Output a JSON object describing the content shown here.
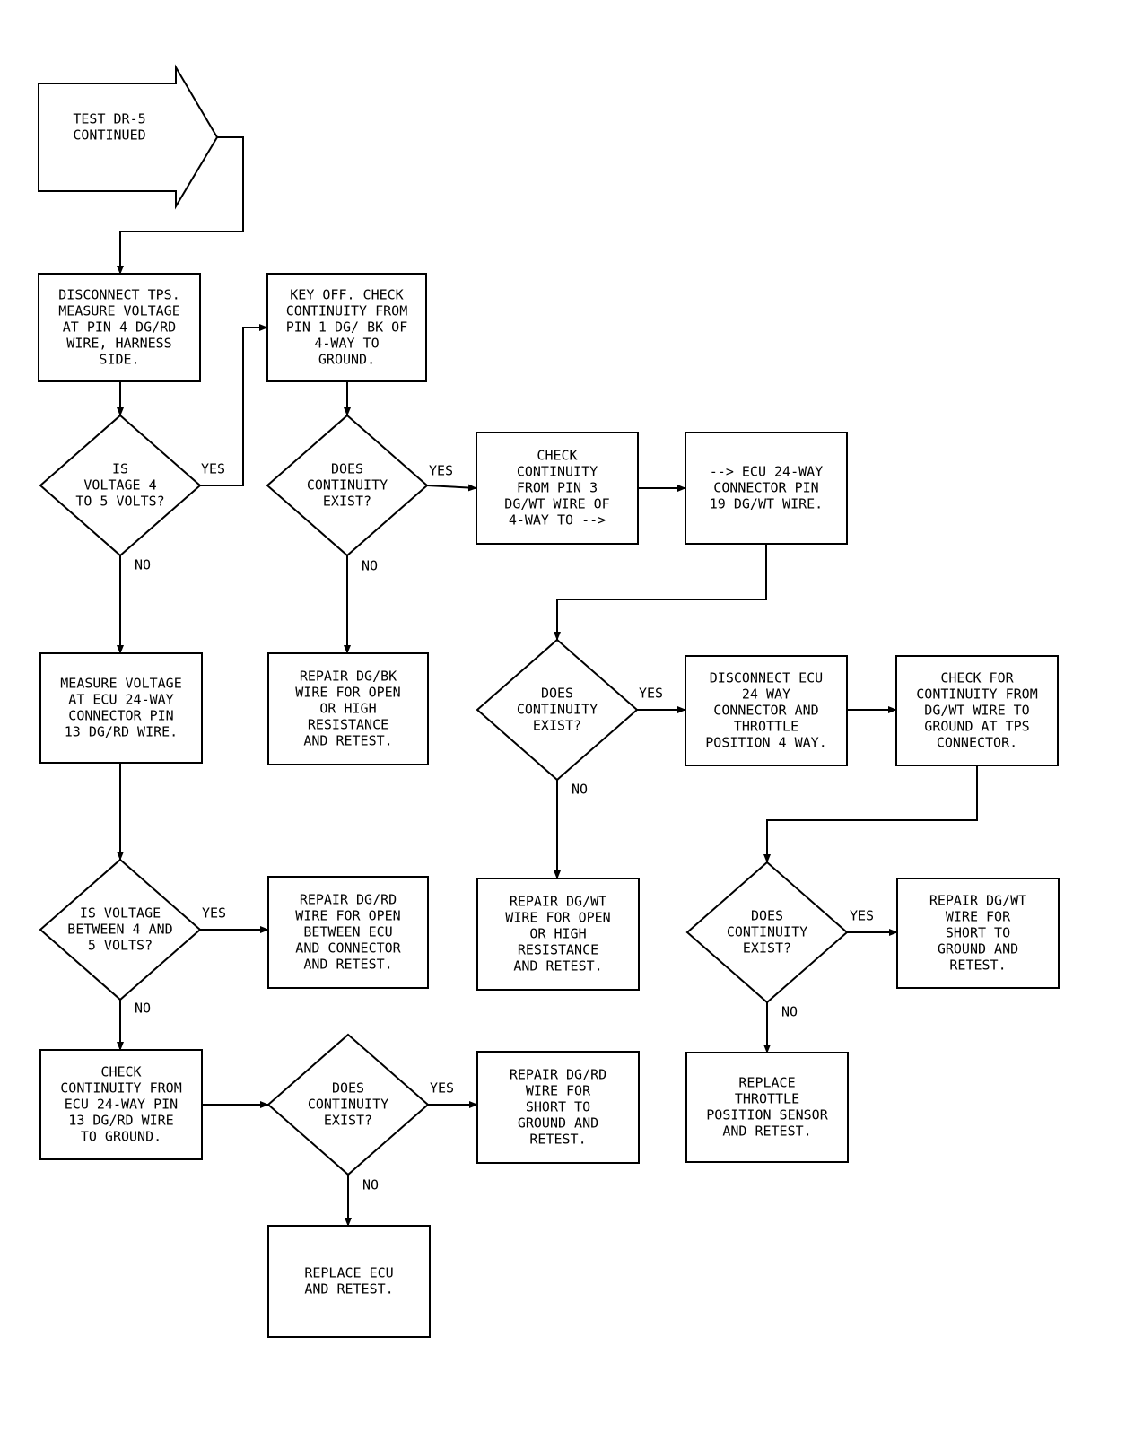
{
  "start": {
    "lines": [
      "TEST DR-5",
      "CONTINUED"
    ]
  },
  "steps": {
    "disconnect_tps": {
      "lines": [
        "DISCONNECT TPS.",
        "MEASURE VOLTAGE",
        "AT PIN 4 DG/RD",
        "WIRE, HARNESS",
        "SIDE."
      ]
    },
    "key_off_check": {
      "lines": [
        "KEY OFF. CHECK",
        "CONTINUITY FROM",
        "PIN 1 DG/ BK OF",
        "4-WAY TO",
        "GROUND."
      ]
    },
    "check_pin3": {
      "lines": [
        "CHECK",
        "CONTINUITY",
        "FROM PIN 3",
        "DG/WT WIRE OF",
        "4-WAY TO -->"
      ]
    },
    "ecu_pin19": {
      "lines": [
        "--> ECU 24-WAY",
        "CONNECTOR PIN",
        "19 DG/WT WIRE."
      ]
    },
    "measure_ecu_pin13": {
      "lines": [
        "MEASURE VOLTAGE",
        "AT ECU 24-WAY",
        "CONNECTOR PIN",
        "13 DG/RD WIRE."
      ]
    },
    "repair_dgbk_open": {
      "lines": [
        "REPAIR DG/BK",
        "WIRE FOR OPEN",
        "OR HIGH",
        "RESISTANCE",
        "AND RETEST."
      ]
    },
    "disconnect_ecu": {
      "lines": [
        "DISCONNECT ECU",
        "24 WAY",
        "CONNECTOR AND",
        "THROTTLE",
        "POSITION 4 WAY."
      ]
    },
    "check_short_tps": {
      "lines": [
        "CHECK FOR",
        "CONTINUITY FROM",
        "DG/WT WIRE TO",
        "GROUND AT TPS",
        "CONNECTOR."
      ]
    },
    "repair_dgrd_open": {
      "lines": [
        "REPAIR DG/RD",
        "WIRE FOR OPEN",
        "BETWEEN ECU",
        "AND CONNECTOR",
        "AND RETEST."
      ]
    },
    "repair_dgwt_open": {
      "lines": [
        "REPAIR DG/WT",
        "WIRE FOR OPEN",
        "OR HIGH",
        "RESISTANCE",
        "AND RETEST."
      ]
    },
    "repair_dgwt_short": {
      "lines": [
        "REPAIR DG/WT",
        "WIRE FOR",
        "SHORT TO",
        "GROUND AND",
        "RETEST."
      ]
    },
    "check_ecu_pin13_ground": {
      "lines": [
        "CHECK",
        "CONTINUITY FROM",
        "ECU 24-WAY PIN",
        "13 DG/RD WIRE",
        "TO GROUND."
      ]
    },
    "repair_dgrd_short": {
      "lines": [
        "REPAIR DG/RD",
        "WIRE FOR",
        "SHORT TO",
        "GROUND AND",
        "RETEST."
      ]
    },
    "replace_tps": {
      "lines": [
        "REPLACE",
        "THROTTLE",
        "POSITION SENSOR",
        "AND RETEST."
      ]
    },
    "replace_ecu": {
      "lines": [
        "REPLACE ECU",
        "AND RETEST."
      ]
    }
  },
  "decisions": {
    "voltage_4_5": {
      "lines": [
        "IS",
        "VOLTAGE 4",
        "TO 5 VOLTS?"
      ]
    },
    "continuity_pin1": {
      "lines": [
        "DOES",
        "CONTINUITY",
        "EXIST?"
      ]
    },
    "continuity_pin3": {
      "lines": [
        "DOES",
        "CONTINUITY",
        "EXIST?"
      ]
    },
    "voltage_between": {
      "lines": [
        "IS VOLTAGE",
        "BETWEEN 4 AND",
        "5 VOLTS?"
      ]
    },
    "continuity_short_tps": {
      "lines": [
        "DOES",
        "CONTINUITY",
        "EXIST?"
      ]
    },
    "continuity_short_ecu": {
      "lines": [
        "DOES",
        "CONTINUITY",
        "EXIST?"
      ]
    }
  },
  "labels": {
    "yes": "YES",
    "no": "NO"
  }
}
